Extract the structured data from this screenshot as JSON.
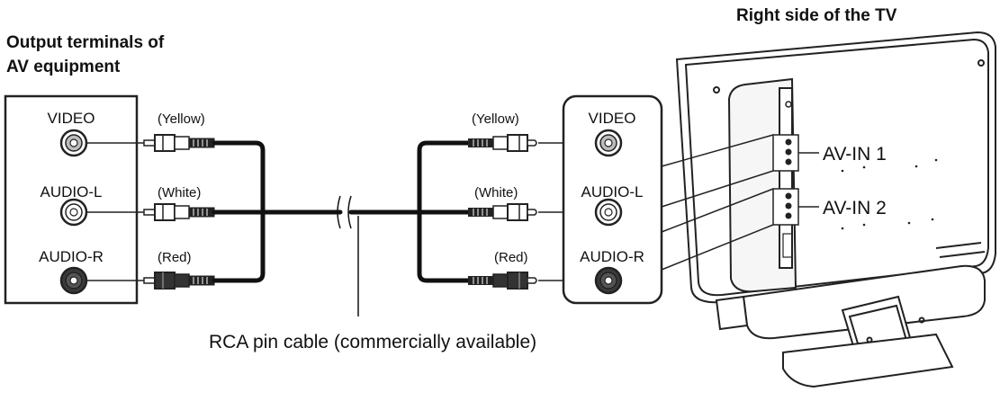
{
  "headings": {
    "tv_side": "Right side of the TV",
    "source_line1": "Output terminals of",
    "source_line2": "AV equipment"
  },
  "source_panel": {
    "video": "VIDEO",
    "audio_l": "AUDIO-L",
    "audio_r": "AUDIO-R"
  },
  "tv_panel": {
    "video": "VIDEO",
    "audio_l": "AUDIO-L",
    "audio_r": "AUDIO-R"
  },
  "plug_colors_left": {
    "yellow": "(Yellow)",
    "white": "(White)",
    "red": "(Red)"
  },
  "plug_colors_right": {
    "yellow": "(Yellow)",
    "white": "(White)",
    "red": "(Red)"
  },
  "cable_caption": "RCA pin cable (commercially available)",
  "tv_inputs": {
    "in1": "AV-IN 1",
    "in2": "AV-IN 2"
  }
}
